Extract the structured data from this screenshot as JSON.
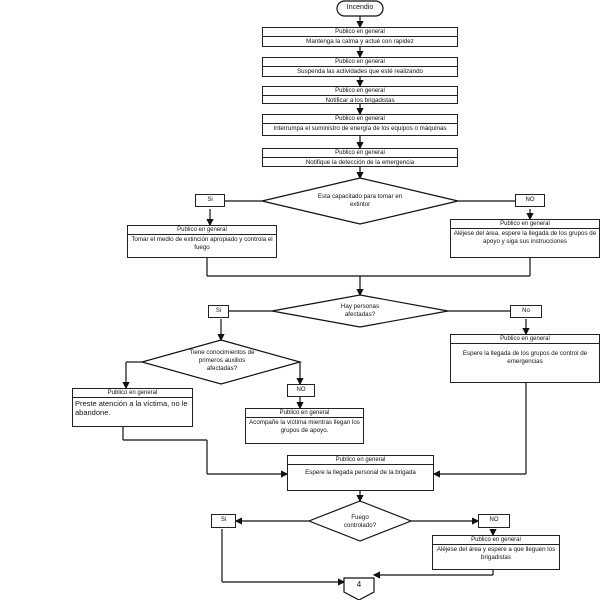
{
  "start": "Incendio",
  "header": "Publico en general",
  "steps": [
    "Mantenga la calma y actué con rapidez",
    "Suspenda las actividades que esté realizando",
    "Notificar a los brigadistas",
    "Interrumpa el suministro de energía de los equipos o  máquinas",
    "Notifique la detección de la emergencia"
  ],
  "decisions": {
    "d1": "Esta capacitado para tomar en extintor",
    "d2": "Hay personas afectadas?",
    "d3": "Tiene conocimientos de primeros auxilios afectadas?",
    "d4": "Fuego controlado?"
  },
  "answers": {
    "si": "Si",
    "no": "NO",
    "no_alt": "No"
  },
  "actions": {
    "extinguish": "Tomar el medio de extinción apropiado y controla el fuego",
    "move_away": "Aléjese del  área, espere la llegada de los grupos de apoyo y siga sus instrucciones",
    "wait_groups": "Espere la llegada de los grupos de control de emergencias",
    "first_aid": "Preste atención a la víctima, no le abandone.",
    "accompany": "Acompañe la víctima mientras llegan los grupos de apoyo.",
    "wait_brigade": "Espere la llegada  personal de la brigada",
    "wait_brigadists": "Aléjese del área y espere a que lleguen los brigadistas"
  },
  "connector": "4"
}
